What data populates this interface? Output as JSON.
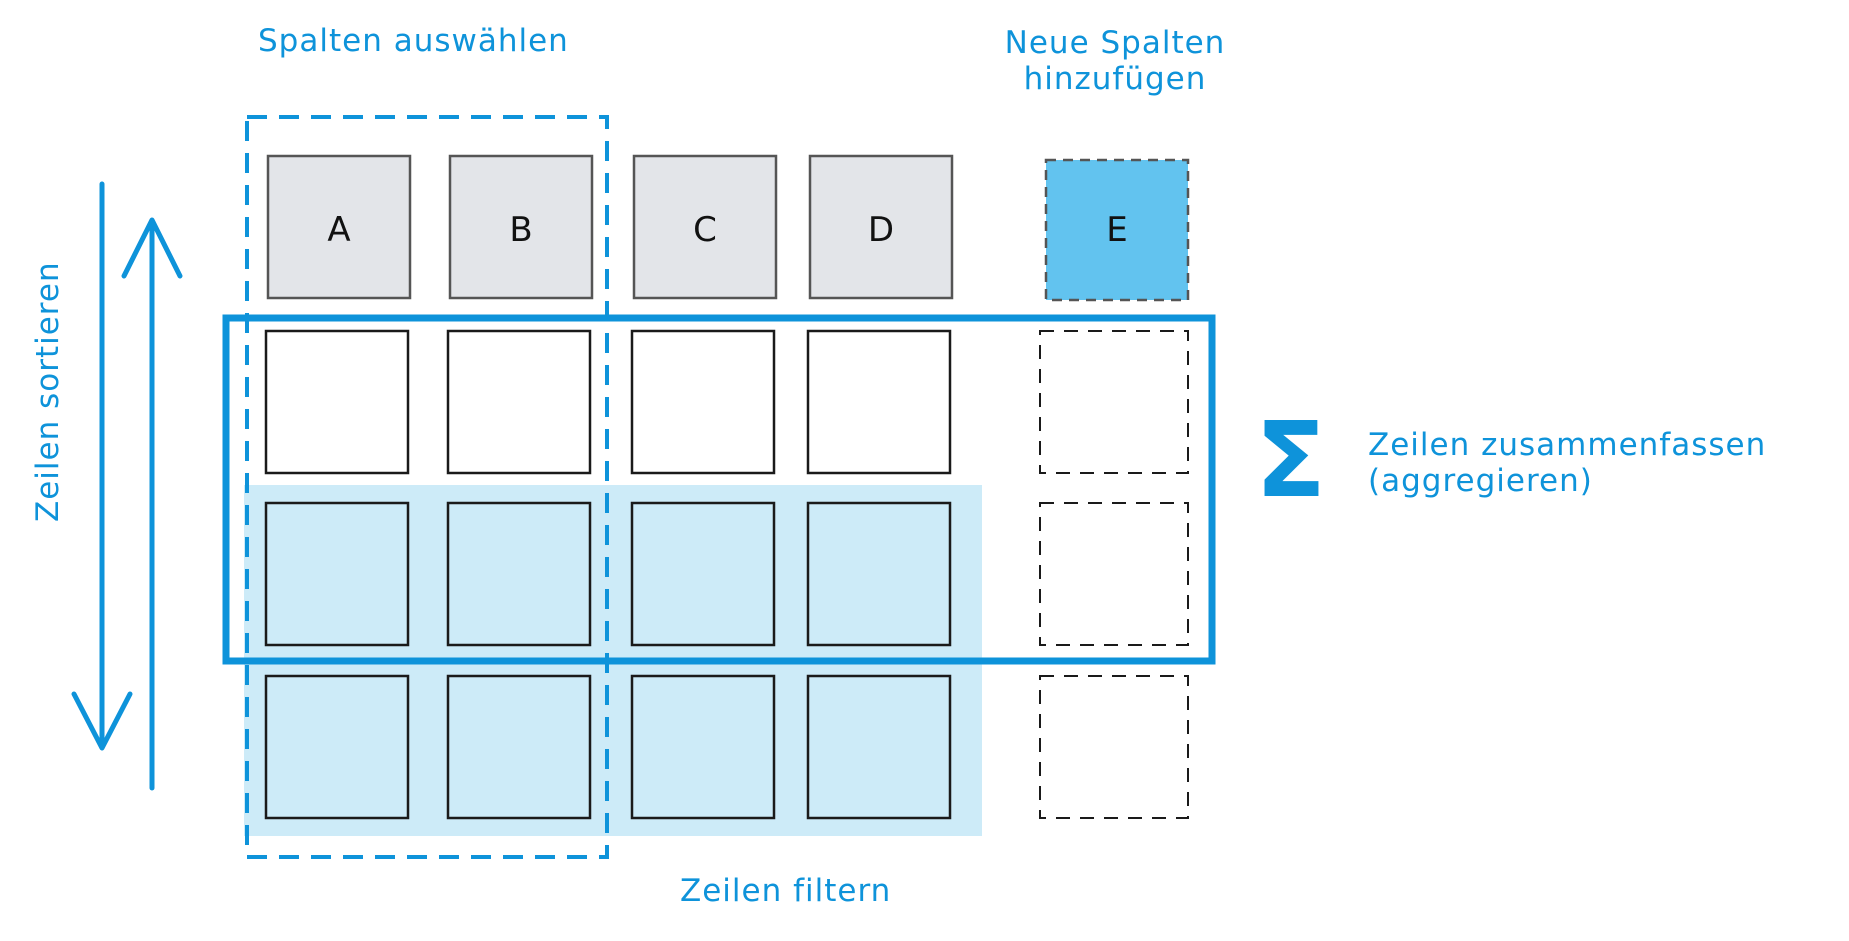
{
  "labels": {
    "select_columns": "Spalten auswählen",
    "new_columns_line1": "Neue Spalten",
    "new_columns_line2": "hinzufügen",
    "sort_rows": "Zeilen sortieren",
    "summarize_line1": "Zeilen zusammenfassen",
    "summarize_line2": "(aggregieren)",
    "filter_rows": "Zeilen filtern",
    "sigma": "Σ"
  },
  "columns": [
    {
      "letter": "A",
      "kind": "existing"
    },
    {
      "letter": "B",
      "kind": "existing"
    },
    {
      "letter": "C",
      "kind": "existing"
    },
    {
      "letter": "D",
      "kind": "existing"
    },
    {
      "letter": "E",
      "kind": "new"
    }
  ],
  "rows": [
    {
      "highlight": false
    },
    {
      "highlight": true
    },
    {
      "highlight": true
    }
  ],
  "colors": {
    "accent": "#0e93da",
    "header_fill": "#e3e5e9",
    "new_column_fill": "#62c3ef",
    "filter_fill": "#cdebf8",
    "cell_stroke": "#1a1a1a"
  }
}
